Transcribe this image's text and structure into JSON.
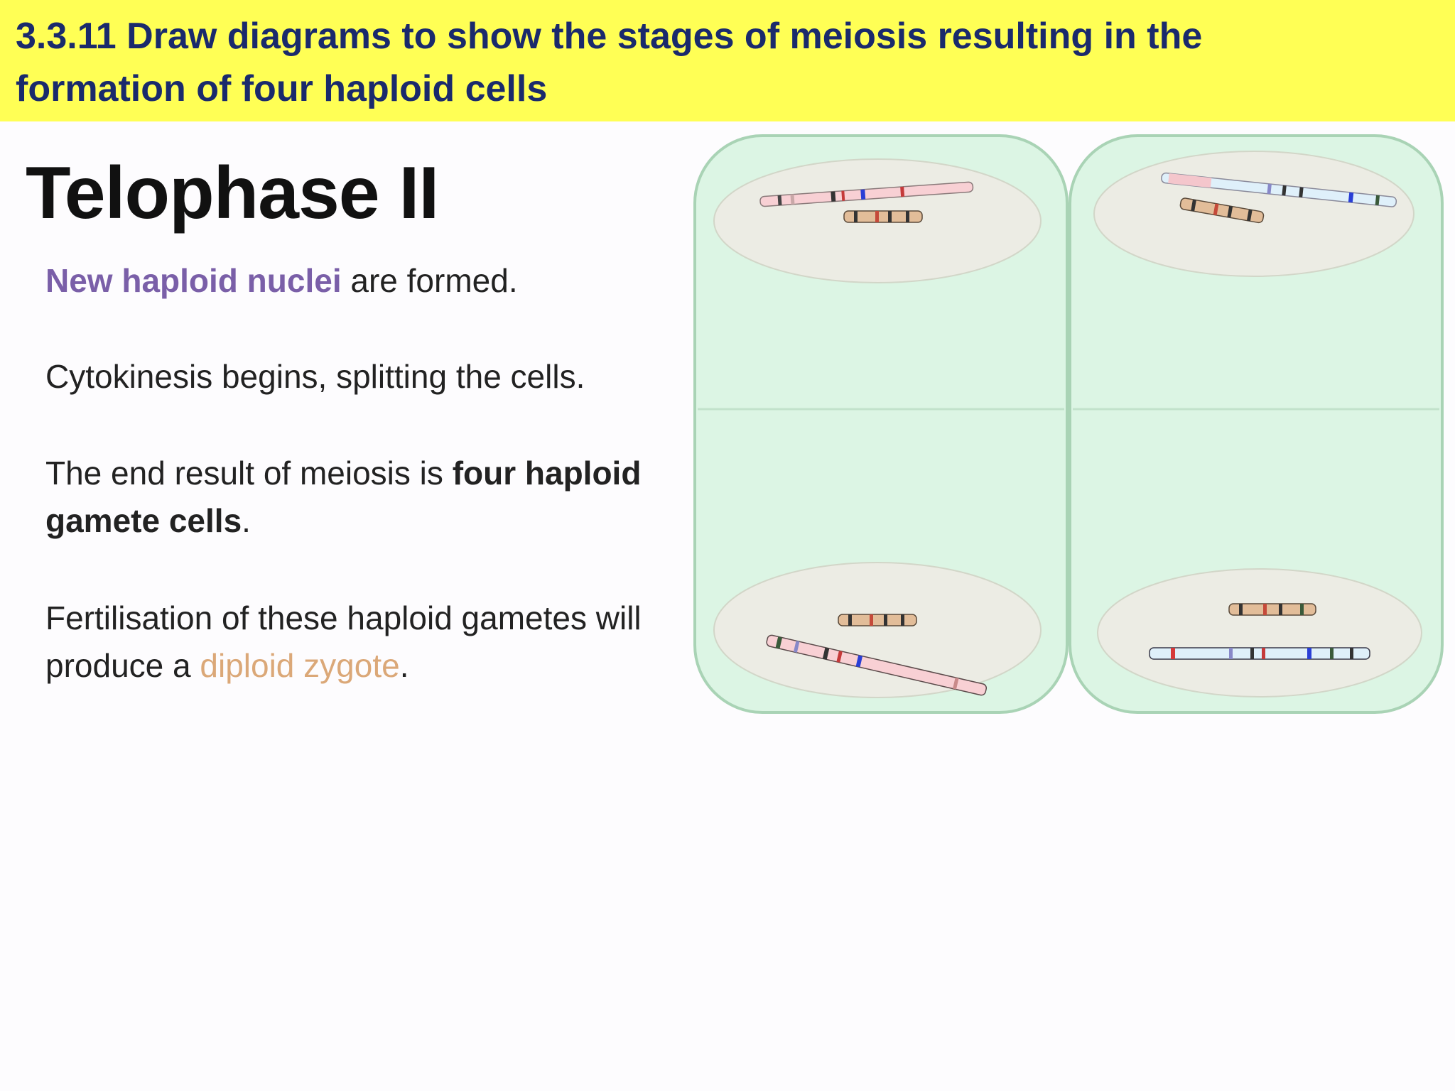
{
  "header": {
    "title": "3.3.11 Draw diagrams to show the stages of meiosis resulting in the formation of four haploid cells",
    "color": "#ffff55"
  },
  "stage": {
    "title": "Telophase II"
  },
  "paragraphs": {
    "p1_highlight": "New haploid nuclei",
    "p1_rest": " are formed.",
    "p2": "Cytokinesis begins, splitting the cells.",
    "p3_start": "The end result of meiosis is ",
    "p3_bold": "four haploid gamete cells",
    "p3_end": ".",
    "p4_start": "Fertilisation of these haploid gametes will produce a ",
    "p4_highlight": "diploid zygote",
    "p4_end": "."
  },
  "diagram": {
    "cell_fill": "#dcf5e4",
    "cell_stroke": "#a9d3b5",
    "nucleus_fill": "#ecece4",
    "chromosome_pink": "#f8d0d4",
    "chromosome_tan": "#e2bd99",
    "chromosome_blue": "#dff0fa"
  }
}
